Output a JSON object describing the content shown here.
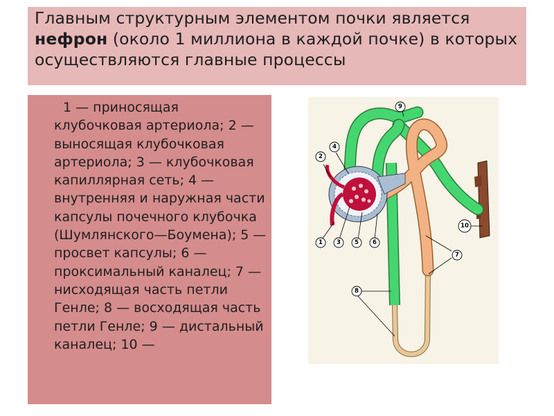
{
  "title": {
    "part1": "Главным структурным элементом почки является ",
    "bold": "нефрон",
    "part2": " (около 1 миллиона в каждой почке) в которых осуществляются главные процессы"
  },
  "legend": {
    "text": "1 — приносящая клубочковая артериола; 2 — выносящая клубочковая артериола; 3 — клубочковая капиллярная сеть; 4 — внутренняя и наружная части капсулы почечного клубочка (Шумлянского—Боумена); 5 — просвет капсулы; 6 — проксимальный каналец; 7 — нисходящая часть петли Генле; 8 — восходящая часть петли Генле; 9 — дистальный каналец; 10 —"
  },
  "diagram": {
    "labels": [
      "1",
      "2",
      "3",
      "4",
      "5",
      "6",
      "7",
      "8",
      "9",
      "10"
    ],
    "colors": {
      "background": "#f7f3e6",
      "distal": "#45d670",
      "proximal": "#f2b284",
      "loop": "#e8c79a",
      "duct": "#8a4a2e",
      "capillary": "#c0103c",
      "capsule": "#a9bed2"
    }
  }
}
